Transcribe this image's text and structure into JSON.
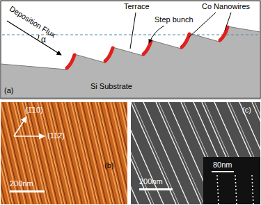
{
  "diagram": {
    "labels": [
      "Terrace",
      "Co Nanowires",
      "Deposition Flux",
      "α",
      "Step bunch",
      "Si Substrate",
      "(a)",
      "(1̄10)",
      "(112̄)",
      "(b)",
      "200nm",
      "(c)",
      "200nm",
      "80nm"
    ]
  }
}
